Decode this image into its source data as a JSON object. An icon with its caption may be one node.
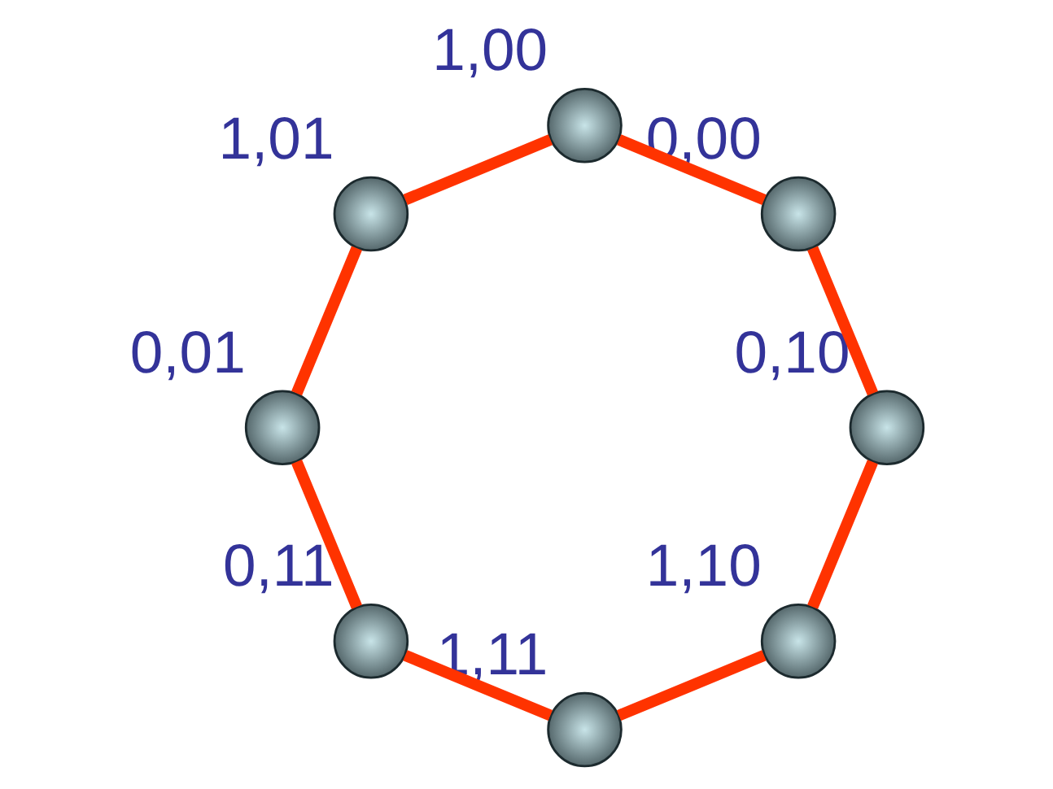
{
  "diagram": {
    "nodes": [
      {
        "text": [],
        "shape": "circle",
        "beside": [
          "1,10"
        ]
      },
      {
        "text": [],
        "shape": "circle",
        "beside": [
          "1,11"
        ]
      },
      {
        "text": [],
        "shape": "circle",
        "beside": [
          "0,10"
        ]
      },
      {
        "text": [],
        "shape": "circle",
        "beside": [
          "0,11"
        ]
      },
      {
        "text": [],
        "shape": "circle",
        "beside": [
          "0,00"
        ]
      },
      {
        "text": [],
        "shape": "circle",
        "beside": [
          "0,01"
        ]
      },
      {
        "text": [],
        "shape": "circle",
        "beside": [
          "1,00"
        ]
      },
      {
        "text": [],
        "shape": "circle",
        "beside": [
          "1,01"
        ]
      }
    ],
    "edges": [
      {
        "from": 2,
        "to": 0,
        "arrow": "none"
      },
      {
        "from": 0,
        "to": 1,
        "arrow": "none"
      },
      {
        "from": 1,
        "to": 3,
        "arrow": "none"
      },
      {
        "from": 3,
        "to": 5,
        "arrow": "none"
      },
      {
        "from": 5,
        "to": 7,
        "arrow": "none"
      },
      {
        "from": 7,
        "to": 6,
        "arrow": "none"
      },
      {
        "from": 6,
        "to": 4,
        "arrow": "none"
      },
      {
        "from": 4,
        "to": 2,
        "arrow": "none"
      }
    ]
  }
}
